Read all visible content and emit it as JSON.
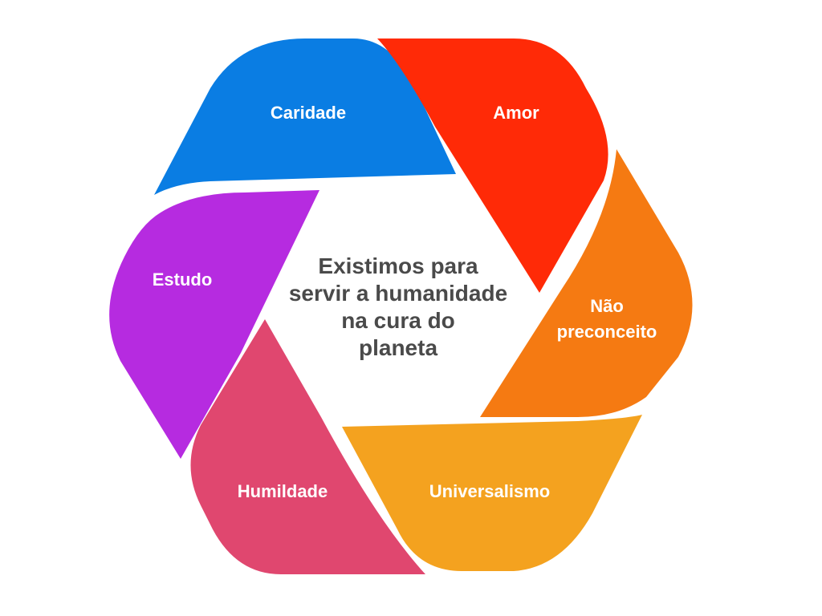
{
  "center": {
    "lines": [
      "Existimos para",
      "servir a humanidade",
      "na cura do",
      "planeta"
    ]
  },
  "segments": [
    {
      "id": "caridade",
      "label": "Caridade",
      "color": "#0a7de3"
    },
    {
      "id": "amor",
      "label": "Amor",
      "color": "#ff2a07"
    },
    {
      "id": "nao-preconceito",
      "label_lines": [
        "Não",
        "preconceito"
      ],
      "color": "#f57a12"
    },
    {
      "id": "universalismo",
      "label": "Universalismo",
      "color": "#f4a21f"
    },
    {
      "id": "humildade",
      "label": "Humildade",
      "color": "#e0476f"
    },
    {
      "id": "estudo",
      "label": "Estudo",
      "color": "#b62be0"
    }
  ]
}
